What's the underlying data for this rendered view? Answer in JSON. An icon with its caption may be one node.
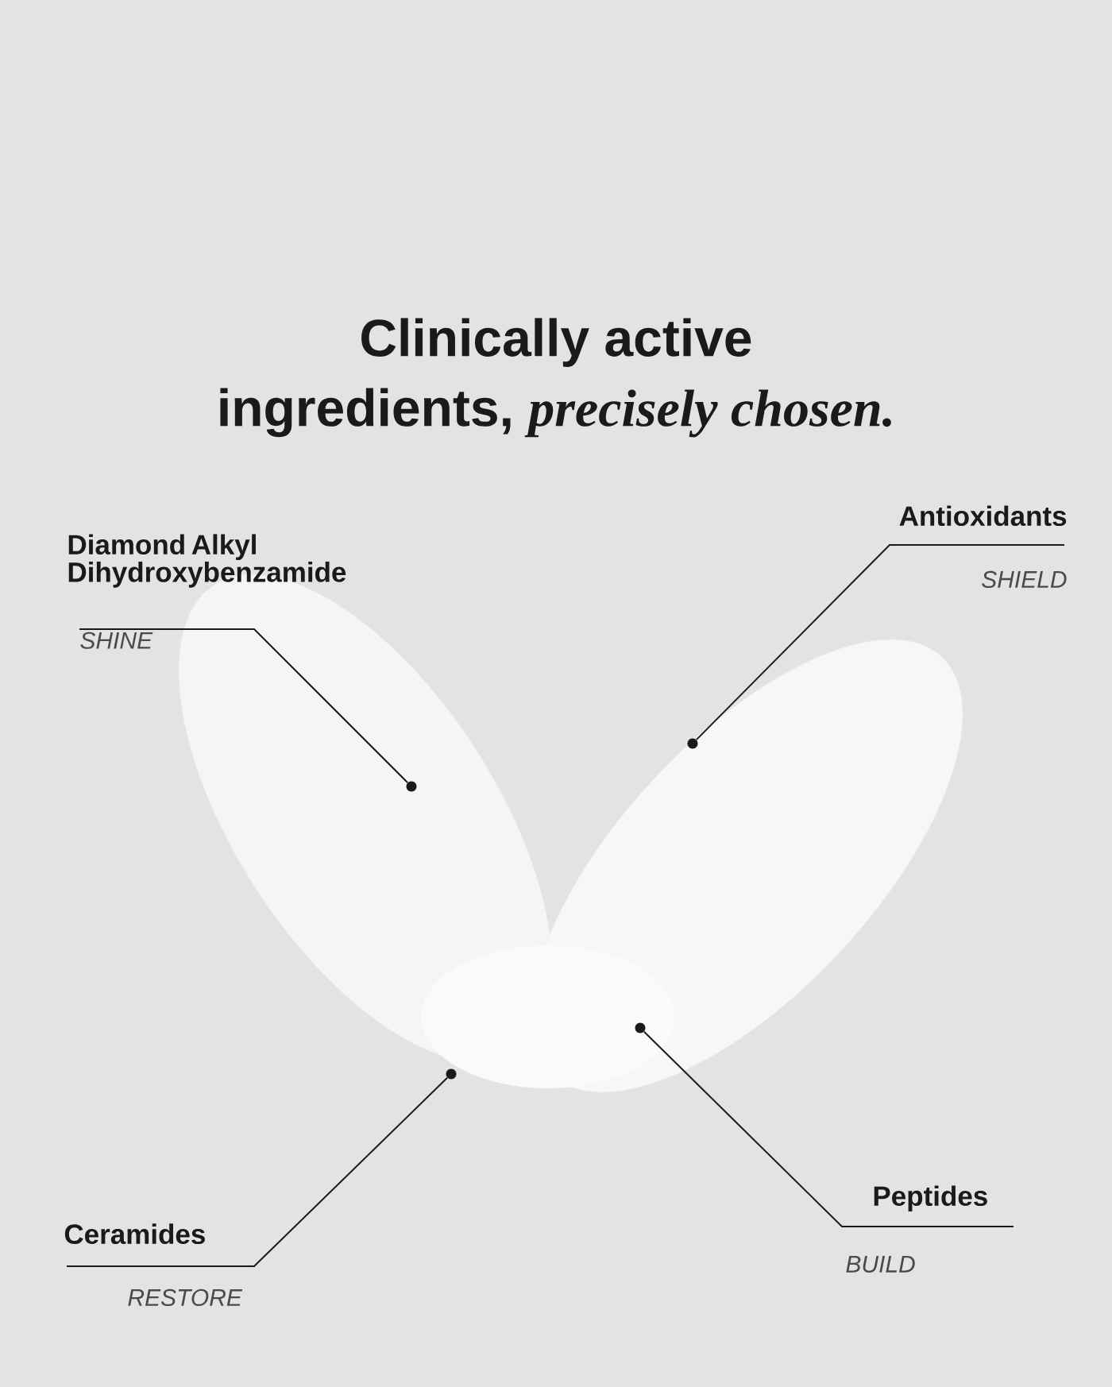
{
  "diagram": {
    "title": "Clinically active ingredients, *precisely chosen.*",
    "nodes": [
      {
        "text": [
          "Diamond Alkyl Dihydroxybenzamide",
          "SHINE"
        ]
      },
      {
        "text": [
          "Antioxidants",
          "SHIELD"
        ]
      },
      {
        "text": [
          "Ceramides",
          "RESTORE"
        ]
      },
      {
        "text": [
          "Peptides",
          "BUILD"
        ]
      },
      {
        "text": [],
        "shape": "circle"
      },
      {
        "text": [],
        "shape": "circle"
      },
      {
        "text": [],
        "shape": "circle"
      },
      {
        "text": [],
        "shape": "circle"
      }
    ],
    "edges": [
      {
        "from": 0,
        "to": 4,
        "arrow": "none"
      },
      {
        "from": 1,
        "to": 5,
        "arrow": "none"
      },
      {
        "from": 2,
        "to": 6,
        "arrow": "none"
      },
      {
        "from": 3,
        "to": 7,
        "arrow": "none"
      }
    ]
  }
}
